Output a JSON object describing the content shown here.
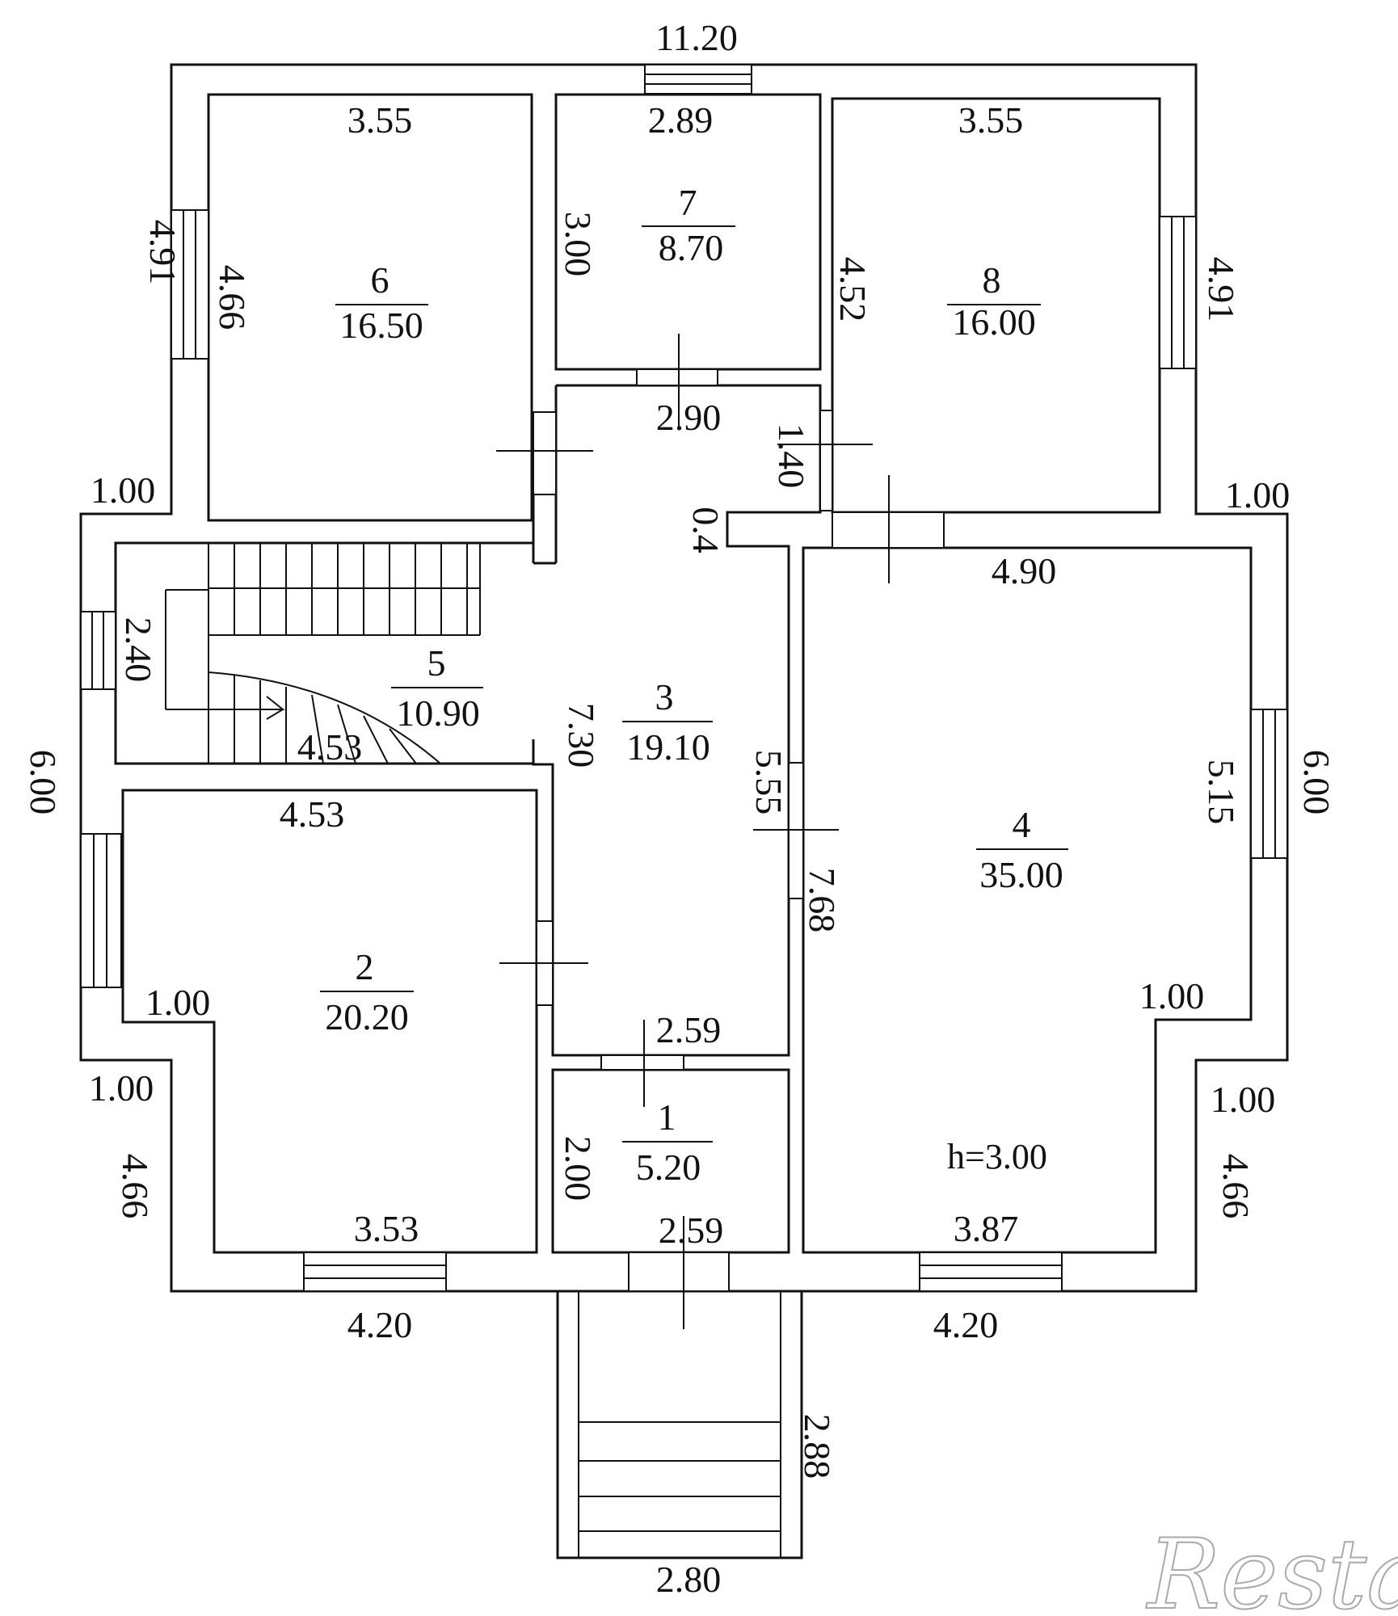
{
  "rooms": [
    {
      "id": "1",
      "number": "1",
      "area": "5.20"
    },
    {
      "id": "2",
      "number": "2",
      "area": "20.20"
    },
    {
      "id": "3",
      "number": "3",
      "area": "19.10"
    },
    {
      "id": "4",
      "number": "4",
      "area": "35.00"
    },
    {
      "id": "5",
      "number": "5",
      "area": "10.90"
    },
    {
      "id": "6",
      "number": "6",
      "area": "16.50"
    },
    {
      "id": "7",
      "number": "7",
      "area": "8.70"
    },
    {
      "id": "8",
      "number": "8",
      "area": "16.00"
    }
  ],
  "dims": {
    "top_total": "11.20",
    "r6_top": "3.55",
    "r7_top": "2.89",
    "r8_top": "3.55",
    "left_top_outer": "4.91",
    "r6_left": "4.66",
    "r7_left": "3.00",
    "r8_left": "4.52",
    "right_top_outer": "4.91",
    "hall_top": "2.90",
    "door_140": "1.40",
    "hall_step": "0.4",
    "left_offset_top": "1.00",
    "right_offset_top": "1.00",
    "r4_top": "4.90",
    "stair_h": "2.40",
    "stair_w": "4.53",
    "hall_h": "7.30",
    "hall_right": "5.55",
    "r4_left": "7.68",
    "left_mid_outer": "6.00",
    "right_mid_outer": "6.00",
    "r4_right": "5.15",
    "r2_top": "4.53",
    "r2_step": "1.00",
    "r4_step": "1.00",
    "left_offset_bot": "1.00",
    "right_offset_bot": "1.00",
    "hall_bottom": "2.59",
    "r1_left": "2.00",
    "r1_bottom": "2.59",
    "left_bot_outer": "4.66",
    "right_bot_outer": "4.66",
    "r2_bottom": "3.53",
    "r4_bottom": "3.87",
    "bot_left": "4.20",
    "bot_right": "4.20",
    "porch_h": "2.88",
    "porch_w": "2.80"
  },
  "ceiling_height": "h=3.00",
  "watermark": "Restate"
}
